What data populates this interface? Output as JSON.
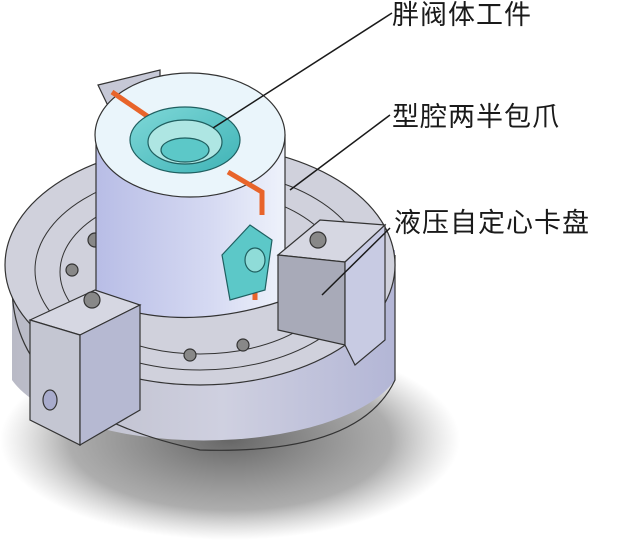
{
  "diagram": {
    "type": "cad-assembly-callout",
    "colors": {
      "workpiece": "#5cc8c8",
      "jaw_cylinder_top": "#eaf5fb",
      "jaw_cylinder_side": "#c9cdeb",
      "parting_line": "#e8642a",
      "chuck_body": "#c8c9d6",
      "chuck_side": "#b8bbd4",
      "shadow": "#707070",
      "leader_line": "#1a1a1a"
    },
    "callouts": [
      {
        "id": "workpiece",
        "text": "胖阀体工件"
      },
      {
        "id": "jaws",
        "text": "型腔两半包爪"
      },
      {
        "id": "chuck",
        "text": "液压自定心卡盘"
      }
    ]
  }
}
